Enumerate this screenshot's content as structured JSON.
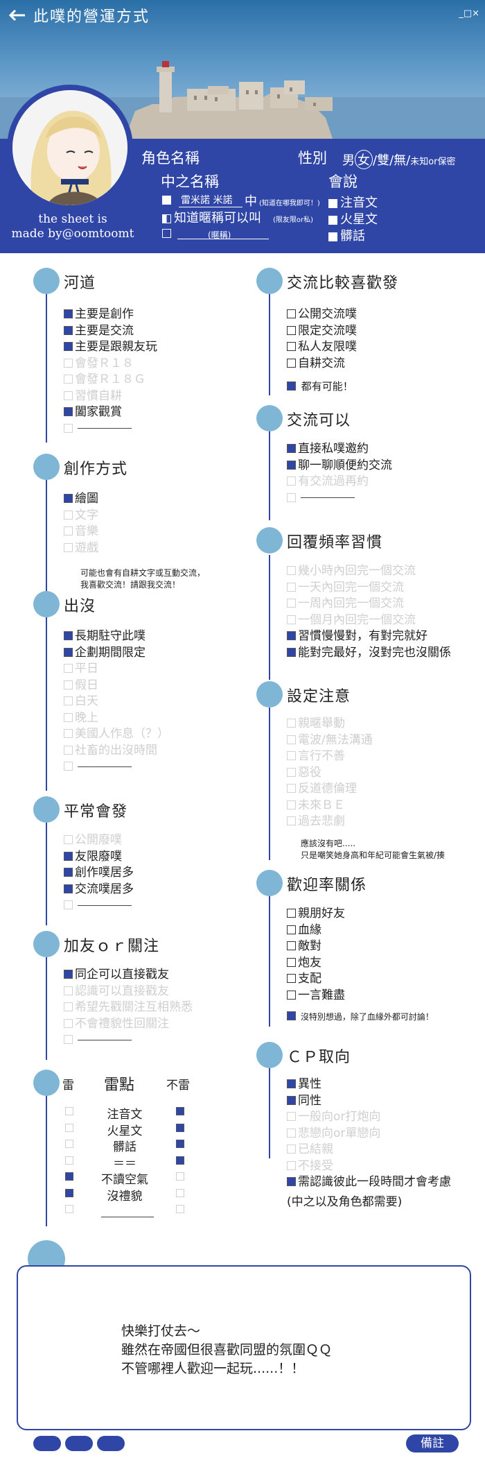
{
  "header": {
    "title": "此噗的營運方式",
    "window_controls": "_□×",
    "credit_line1": "the sheet is",
    "credit_line2": "made by@oomtoomt"
  },
  "profile": {
    "role_name_label": "角色名稱",
    "gender_label": "性別",
    "gender_pre": "男",
    "gender_selected": "女",
    "gender_post": "/雙/無/",
    "gender_note": "未知or保密",
    "zh_name_label": "中之名稱",
    "zh_name_value": "雷米諾 米諾",
    "zh_name_suffix": "中",
    "zh_name_note": "(知道在哪我即可！)",
    "nickname_ok": "知道暱稱可以叫",
    "nickname_note": "(限友限or私)",
    "nickname_blank": "(暱稱)",
    "speaks_label": "會說",
    "speaks": [
      "注音文",
      "火星文",
      "髒話"
    ]
  },
  "sections": {
    "hedao": {
      "title": "河道",
      "items": [
        {
          "text": "主要是創作",
          "state": "on"
        },
        {
          "text": "主要是交流",
          "state": "on"
        },
        {
          "text": "主要是跟親友玩",
          "state": "on"
        },
        {
          "text": "會發Ｒ１８",
          "state": "off"
        },
        {
          "text": "會發Ｒ１８Ｇ",
          "state": "off"
        },
        {
          "text": "習慣自耕",
          "state": "off"
        },
        {
          "text": "闔家觀賞",
          "state": "on"
        }
      ]
    },
    "create": {
      "title": "創作方式",
      "items": [
        {
          "text": "繪圖",
          "state": "on"
        },
        {
          "text": "文字",
          "state": "off"
        },
        {
          "text": "音樂",
          "state": "off"
        },
        {
          "text": "遊戲",
          "state": "off"
        }
      ],
      "note1": "可能也會有自耕文字或互動交流，",
      "note2": "我喜歡交流！請跟我交流！"
    },
    "appear": {
      "title": "出沒",
      "items": [
        {
          "text": "長期駐守此噗",
          "state": "on"
        },
        {
          "text": "企劃期間限定",
          "state": "on"
        },
        {
          "text": "平日",
          "state": "off"
        },
        {
          "text": "假日",
          "state": "off"
        },
        {
          "text": "白天",
          "state": "off"
        },
        {
          "text": "晚上",
          "state": "off"
        },
        {
          "text": "美國人作息（？）",
          "state": "off"
        },
        {
          "text": "社畜的出沒時間",
          "state": "off"
        }
      ]
    },
    "usual": {
      "title": "平常會發",
      "items": [
        {
          "text": "公開廢噗",
          "state": "off"
        },
        {
          "text": "友限廢噗",
          "state": "on"
        },
        {
          "text": "創作噗居多",
          "state": "on"
        },
        {
          "text": "交流噗居多",
          "state": "on"
        }
      ]
    },
    "friend": {
      "title": "加友ｏｒ關注",
      "items": [
        {
          "text": "同企可以直接戳友",
          "state": "on"
        },
        {
          "text": "認識可以直接戳友",
          "state": "off"
        },
        {
          "text": "希望先戳關注互相熟悉",
          "state": "off"
        },
        {
          "text": "不會禮貌性回關注",
          "state": "off"
        }
      ]
    },
    "prefer": {
      "title": "交流比較喜歡發",
      "items": [
        {
          "text": "公開交流噗",
          "state": "empty"
        },
        {
          "text": "限定交流噗",
          "state": "empty"
        },
        {
          "text": "私人友限噗",
          "state": "empty"
        },
        {
          "text": "自耕交流",
          "state": "empty"
        }
      ],
      "note": "都有可能！"
    },
    "canchat": {
      "title": "交流可以",
      "items": [
        {
          "text": "直接私噗邀約",
          "state": "on"
        },
        {
          "text": "聊一聊順便約交流",
          "state": "on"
        },
        {
          "text": "有交流過再約",
          "state": "off"
        }
      ]
    },
    "reply": {
      "title": "回覆頻率習慣",
      "items": [
        {
          "text": "幾小時內回完一個交流",
          "state": "off"
        },
        {
          "text": "一天內回完一個交流",
          "state": "off"
        },
        {
          "text": "一周內回完一個交流",
          "state": "off"
        },
        {
          "text": "一個月內回完一個交流",
          "state": "off"
        },
        {
          "text": "習慣慢慢對，有對完就好",
          "state": "on"
        },
        {
          "text": "能對完最好，沒對完也沒關係",
          "state": "on"
        }
      ]
    },
    "caution": {
      "title": "設定注意",
      "items": [
        {
          "text": "親暱舉動",
          "state": "off"
        },
        {
          "text": "電波/無法溝通",
          "state": "off"
        },
        {
          "text": "言行不善",
          "state": "off"
        },
        {
          "text": "惡役",
          "state": "off"
        },
        {
          "text": "反道德倫理",
          "state": "off"
        },
        {
          "text": "未來ＢＥ",
          "state": "off"
        },
        {
          "text": "過去悲劇",
          "state": "off"
        }
      ],
      "note1": "應該沒有吧.....",
      "note2": "只是嘲笑她身高和年紀可能會生氣被/揍"
    },
    "welcome": {
      "title": "歡迎率關係",
      "items": [
        {
          "text": "親朋好友",
          "state": "empty"
        },
        {
          "text": "血緣",
          "state": "empty"
        },
        {
          "text": "敵對",
          "state": "empty"
        },
        {
          "text": "炮友",
          "state": "empty"
        },
        {
          "text": "支配",
          "state": "empty"
        },
        {
          "text": "一言難盡",
          "state": "empty"
        }
      ],
      "note": "沒特別想過，除了血緣外都可討論！"
    },
    "cp": {
      "title": "ＣＰ取向",
      "items": [
        {
          "text": "異性",
          "state": "on"
        },
        {
          "text": "同性",
          "state": "on"
        },
        {
          "text": "一般向or打炮向",
          "state": "off"
        },
        {
          "text": "悲戀向or單戀向",
          "state": "off"
        },
        {
          "text": "已結親",
          "state": "off"
        },
        {
          "text": "不接受",
          "state": "off"
        },
        {
          "text": "需認識彼此一段時間才會考慮",
          "state": "on"
        }
      ],
      "note": "(中之以及角色都需要)"
    }
  },
  "thunder": {
    "title": "雷點",
    "left_label": "雷",
    "right_label": "不雷",
    "rows": [
      {
        "text": "注音文",
        "lei": false,
        "bulei": true
      },
      {
        "text": "火星文",
        "lei": false,
        "bulei": true
      },
      {
        "text": "髒話",
        "lei": false,
        "bulei": true
      },
      {
        "text": "＝＝",
        "lei": false,
        "bulei": true
      },
      {
        "text": "不讀空氣",
        "lei": true,
        "bulei": false
      },
      {
        "text": "沒禮貌",
        "lei": true,
        "bulei": false
      }
    ]
  },
  "memo": {
    "text": "快樂打仗去〜\n雖然在帝國但很喜歡同盟的氛圍ＱＱ\n不管哪裡人歡迎一起玩......！！",
    "remark_button": "備註"
  },
  "colors": {
    "accent": "#2f46a6",
    "dot": "#7fb6d6",
    "faint": "#cfcfcf"
  }
}
